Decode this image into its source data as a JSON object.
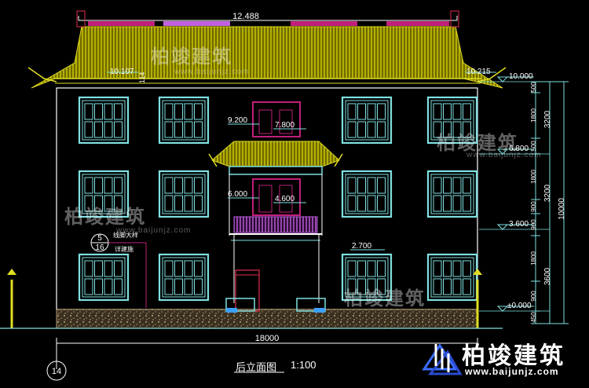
{
  "title": {
    "name": "后立面图",
    "scale": "1:100"
  },
  "grid_axis": "14",
  "overall_width": "18000",
  "top_span": "12.488",
  "elevations": {
    "eave_left": "10.107",
    "eave_right": "10.215",
    "roof_level": "10.000",
    "level_3": "6.800",
    "level_2": "3.600",
    "ground": "±0.000",
    "dim_9200": "9.200",
    "dim_7800": "7.800",
    "dim_6000": "6.000",
    "dim_4600": "4.600",
    "dim_2700": "2.700",
    "small_mark": "114"
  },
  "vertical_dims": {
    "segments": [
      "500",
      "1800",
      "500",
      "1800",
      "900",
      "900",
      "1800",
      "900",
      "450"
    ],
    "floors": [
      "3200",
      "3200",
      "3600"
    ],
    "total": "10000"
  },
  "detail_callout": {
    "number": "5",
    "sheet": "16",
    "label1": "线脚大样",
    "label2": "详建施"
  },
  "watermark": {
    "name": "柏竣建筑",
    "url": "www.baijunjz.com"
  },
  "brand": {
    "name": "柏竣建筑",
    "url": "www.baijunjz.com"
  },
  "colors": {
    "roof": "#c8c400",
    "window": "#7fe0e0",
    "accent": "#c0207a",
    "wall": "#ffffff",
    "base": "#9a8560"
  }
}
